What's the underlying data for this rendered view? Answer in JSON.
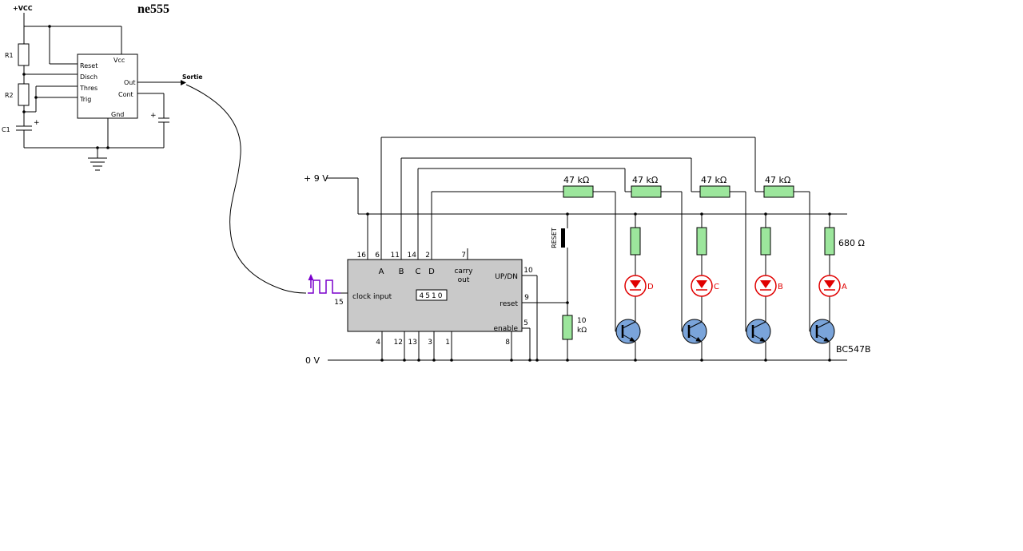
{
  "colors": {
    "wire": "#000000",
    "resistor": "#9ce69c",
    "ic_gray": "#c9c9c9",
    "led": "#e00000",
    "transistor": "#7aa4da",
    "wave": "#7a00cc"
  },
  "ne555": {
    "title": "ne555",
    "vcc_label": "+VCC",
    "r1_label": "R1",
    "r2_label": "R2",
    "c1_label": "C1",
    "c1_plus": "+",
    "cont_plus": "+",
    "pins": {
      "reset": "Reset",
      "disch": "Disch",
      "thres": "Thres",
      "trig": "Trig",
      "vcc": "Vcc",
      "out": "Out",
      "cont": "Cont",
      "gnd": "Gnd"
    },
    "output_label": "Sortie"
  },
  "power": {
    "positive": "+ 9 V",
    "ground": "0 V"
  },
  "counter": {
    "part_number": "4510",
    "clock_label": "clock input",
    "outputs": [
      "A",
      "B",
      "C",
      "D"
    ],
    "carry_label_line1": "carry",
    "carry_label_line2": "out",
    "updn_label": "UP/DN",
    "reset_label": "reset",
    "enable_label": "enable",
    "top_pin_numbers": [
      "16",
      "6",
      "11",
      "14",
      "2",
      "7"
    ],
    "right_pin_numbers": [
      "10",
      "9",
      "5"
    ],
    "clock_pin_number": "15",
    "bottom_pin_numbers": [
      "4",
      "12",
      "13",
      "3",
      "1",
      "8"
    ]
  },
  "reset_button_label": "RESET",
  "resistors": {
    "base_labels": [
      "47 kΩ",
      "47 kΩ",
      "47 kΩ",
      "47 kΩ"
    ],
    "pulldown_value": "10",
    "pulldown_unit": "kΩ",
    "led_resistor_label": "680 Ω"
  },
  "led_labels": [
    "D",
    "C",
    "B",
    "A"
  ],
  "transistor_label": "BC547B"
}
